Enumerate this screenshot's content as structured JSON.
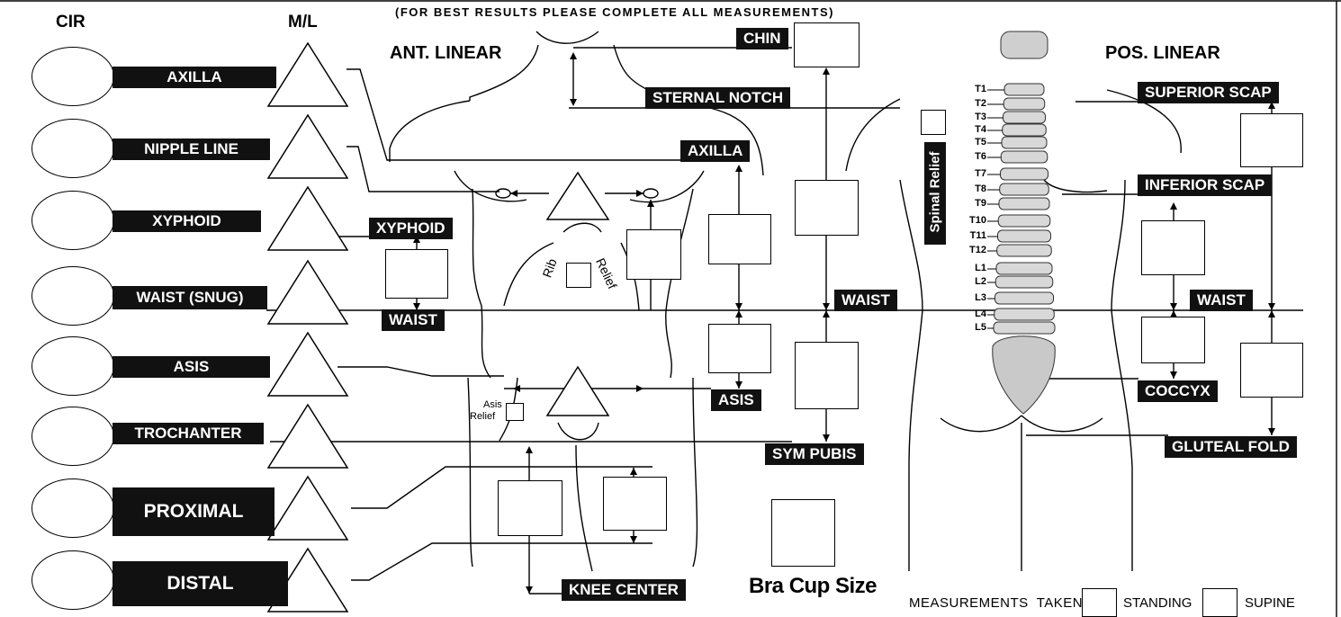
{
  "header": {
    "note": "(FOR BEST RESULTS PLEASE COMPLETE ALL MEASUREMENTS)",
    "cir": "CIR",
    "ml": "M/L",
    "ant_linear": "ANT. LINEAR",
    "pos_linear": "POS. LINEAR"
  },
  "left_rows": [
    {
      "label": "AXILLA"
    },
    {
      "label": "NIPPLE LINE"
    },
    {
      "label": "XYPHOID"
    },
    {
      "label": "WAIST (SNUG)"
    },
    {
      "label": "ASIS"
    },
    {
      "label": "TROCHANTER"
    },
    {
      "label": "PROXIMAL"
    },
    {
      "label": "DISTAL"
    }
  ],
  "anterior": {
    "chin": "CHIN",
    "sternal_notch": "STERNAL NOTCH",
    "axilla": "AXILLA",
    "xyphoid": "XYPHOID",
    "waist_left": "WAIST",
    "waist_center": "WAIST",
    "asis": "ASIS",
    "sym_pubis": "SYM PUBIS",
    "knee_center": "KNEE CENTER",
    "rib": "Rib",
    "relief": "Relief",
    "asis_relief_1": "Asis",
    "asis_relief_2": "Relief",
    "bra_cup": "Bra Cup Size"
  },
  "posterior": {
    "spinal_relief": "Spinal Relief",
    "superior_scap": "SUPERIOR SCAP",
    "inferior_scap": "INFERIOR SCAP",
    "waist": "WAIST",
    "coccyx": "COCCYX",
    "gluteal_fold": "GLUTEAL FOLD",
    "vertebrae": [
      "T1",
      "T2",
      "T3",
      "T4",
      "T5",
      "T6",
      "T7",
      "T8",
      "T9",
      "T10",
      "T11",
      "T12",
      "L1",
      "L2",
      "L3",
      "L4",
      "L5"
    ]
  },
  "footer": {
    "measurements_taken": "MEASUREMENTS  TAKEN:",
    "standing": "STANDING",
    "supine": "SUPINE"
  }
}
